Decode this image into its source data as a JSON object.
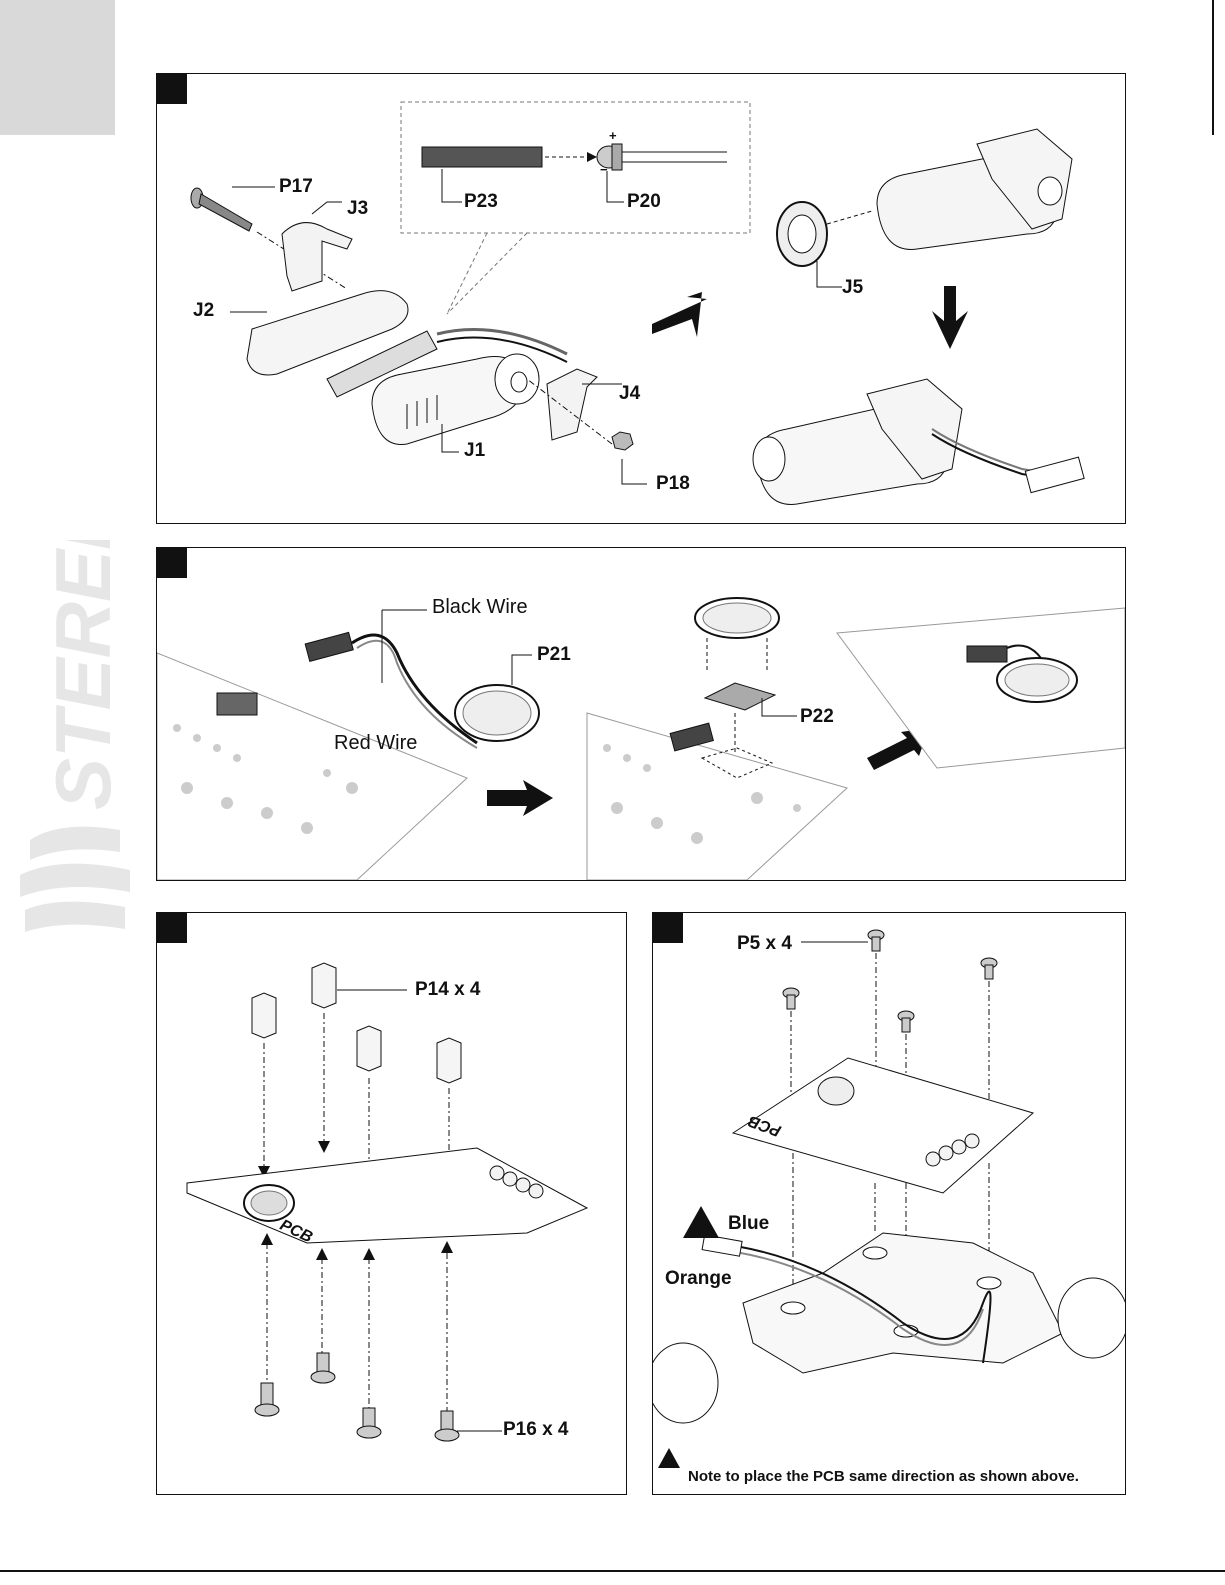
{
  "brand": {
    "logo_text": "STEREN"
  },
  "panel1": {
    "labels": {
      "p17": "P17",
      "j3": "J3",
      "j2": "J2",
      "j1": "J1",
      "j4": "J4",
      "p18": "P18",
      "p23": "P23",
      "p20": "P20",
      "j5": "J5",
      "plus": "+",
      "minus": "−"
    }
  },
  "panel2": {
    "labels": {
      "black_wire": "Black Wire",
      "red_wire": "Red Wire",
      "p21": "P21",
      "p22": "P22"
    }
  },
  "panel3": {
    "labels": {
      "p14": "P14 x 4",
      "p16": "P16 x 4",
      "pcb": "PCB"
    }
  },
  "panel4": {
    "labels": {
      "p5": "P5 x 4",
      "blue": "Blue",
      "orange": "Orange",
      "pcb": "PCB"
    },
    "note": "Note to place the PCB same direction as shown above."
  }
}
